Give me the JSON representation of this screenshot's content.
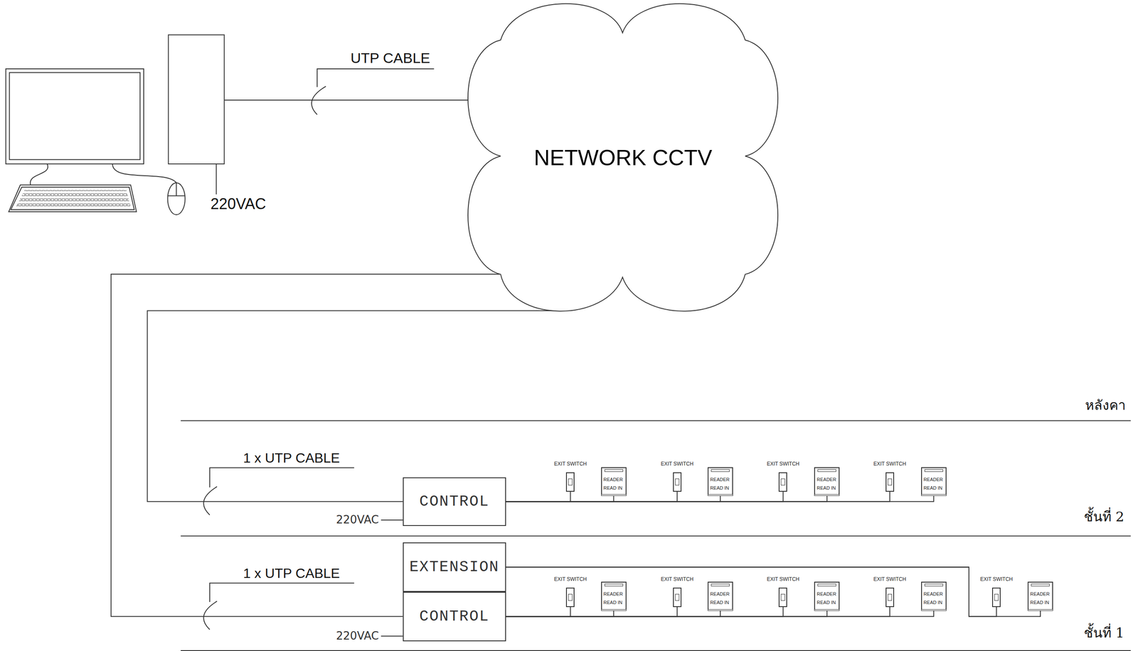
{
  "diagram": {
    "nodes": [
      {
        "text": [
          "NETWORK CCTV"
        ]
      },
      {
        "text": [
          "CONTROL"
        ]
      },
      {
        "text": [
          "EXIT SWITCH"
        ]
      },
      {
        "text": [
          "READER",
          "READ IN"
        ]
      },
      {
        "text": [
          "EXIT SWITCH"
        ]
      },
      {
        "text": [
          "READER",
          "READ IN"
        ]
      },
      {
        "text": [
          "EXIT SWITCH"
        ]
      },
      {
        "text": [
          "READER",
          "READ IN"
        ]
      },
      {
        "text": [
          "EXIT SWITCH"
        ]
      },
      {
        "text": [
          "READER",
          "READ IN"
        ]
      },
      {
        "text": [
          "EXTENSION"
        ]
      },
      {
        "text": [
          "CONTROL"
        ]
      },
      {
        "text": [
          "EXIT SWITCH"
        ]
      },
      {
        "text": [
          "READER",
          "READ IN"
        ]
      },
      {
        "text": [
          "EXIT SWITCH"
        ]
      },
      {
        "text": [
          "READER",
          "READ IN"
        ]
      },
      {
        "text": [
          "EXIT SWITCH"
        ]
      },
      {
        "text": [
          "READER",
          "READ IN"
        ]
      },
      {
        "text": [
          "EXIT SWITCH"
        ]
      },
      {
        "text": [
          "READER",
          "READ IN"
        ]
      },
      {
        "text": [
          "EXIT SWITCH"
        ]
      },
      {
        "text": [
          "READER",
          "READ IN"
        ]
      }
    ],
    "edges": [
      {
        "from": 0,
        "to": 1,
        "arrow": "none"
      },
      {
        "from": 0,
        "to": 11,
        "arrow": "none"
      },
      {
        "from": 1,
        "to": 2,
        "arrow": "none"
      },
      {
        "from": 1,
        "to": 3,
        "arrow": "none"
      },
      {
        "from": 1,
        "to": 4,
        "arrow": "none"
      },
      {
        "from": 1,
        "to": 5,
        "arrow": "none"
      },
      {
        "from": 1,
        "to": 6,
        "arrow": "none"
      },
      {
        "from": 1,
        "to": 7,
        "arrow": "none"
      },
      {
        "from": 1,
        "to": 8,
        "arrow": "none"
      },
      {
        "from": 1,
        "to": 9,
        "arrow": "none"
      },
      {
        "from": 11,
        "to": 12,
        "arrow": "none"
      },
      {
        "from": 11,
        "to": 13,
        "arrow": "none"
      },
      {
        "from": 11,
        "to": 14,
        "arrow": "none"
      },
      {
        "from": 11,
        "to": 15,
        "arrow": "none"
      },
      {
        "from": 11,
        "to": 16,
        "arrow": "none"
      },
      {
        "from": 11,
        "to": 17,
        "arrow": "none"
      },
      {
        "from": 11,
        "to": 18,
        "arrow": "none"
      },
      {
        "from": 11,
        "to": 19,
        "arrow": "none"
      },
      {
        "from": 10,
        "to": 20,
        "arrow": "none"
      },
      {
        "from": 10,
        "to": 21,
        "arrow": "none"
      }
    ],
    "labels": [
      "UTP CABLE",
      "220VAC",
      "หลังคา",
      "1 x UTP CABLE",
      "220VAC",
      "ชั้นที่ 2",
      "1 x UTP CABLE",
      "220VAC",
      "ชั้นที่ 1"
    ]
  }
}
